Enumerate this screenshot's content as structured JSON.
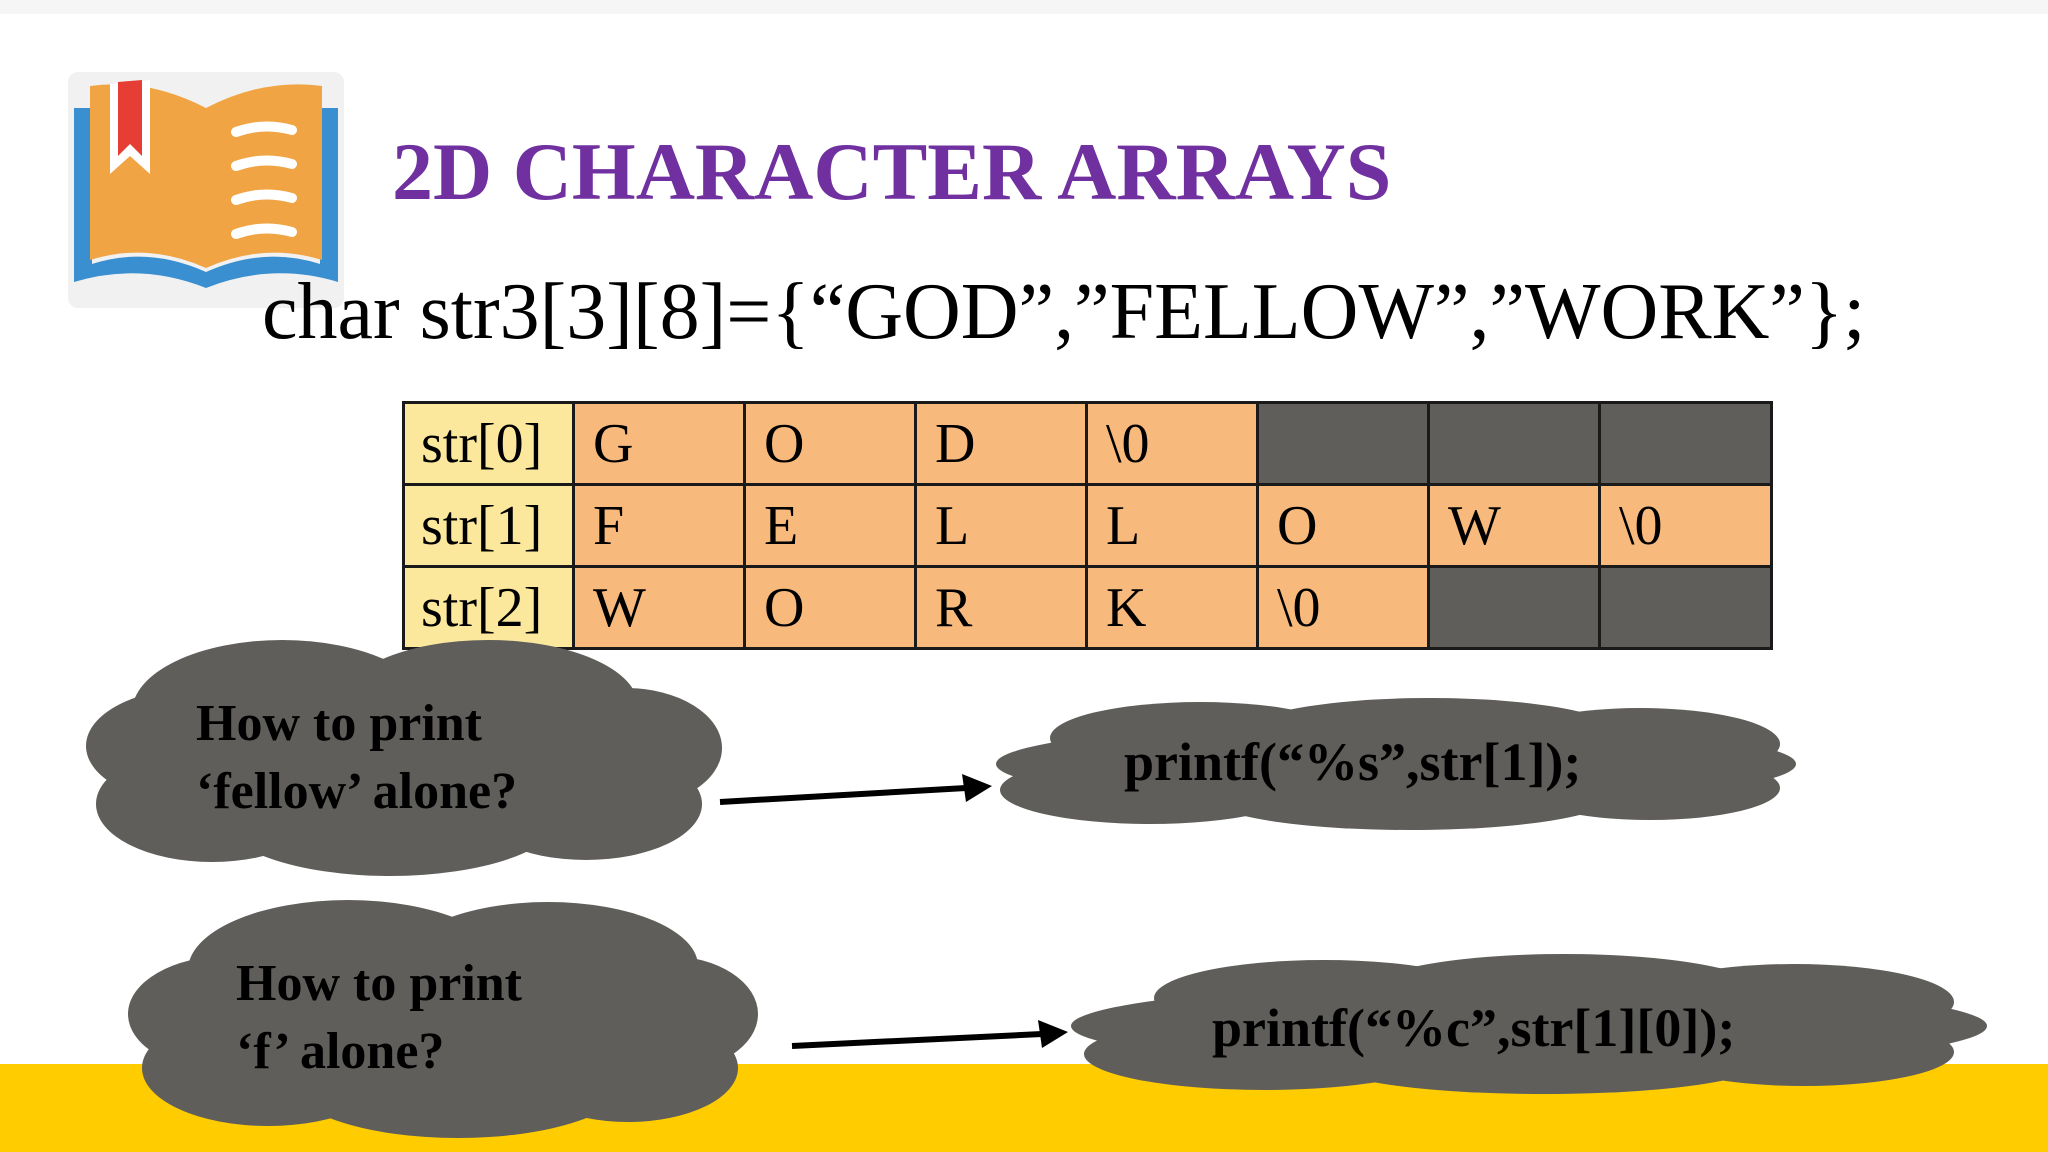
{
  "slide": {
    "title": "2D CHARACTER ARRAYS",
    "declaration": "char str3[3][8]={“GOD”,”FELLOW”,”WORK”};",
    "icon": "open-book-bookmark-icon"
  },
  "array_table": {
    "rows": [
      {
        "label": "str[0]",
        "cells": [
          "G",
          "O",
          "D",
          "\\0",
          "",
          "",
          ""
        ]
      },
      {
        "label": "str[1]",
        "cells": [
          "F",
          "E",
          "L",
          "L",
          "O",
          "W",
          "\\0"
        ]
      },
      {
        "label": "str[2]",
        "cells": [
          "W",
          "O",
          "R",
          "K",
          "\\0",
          "",
          ""
        ]
      }
    ]
  },
  "callouts": {
    "question_1": {
      "line1": "How to print",
      "line2": "‘fellow’ alone?"
    },
    "answer_1": "printf(“%s”,str[1]);",
    "question_2": {
      "line1": "How to print",
      "line2": "‘f’ alone?"
    },
    "answer_2": "printf(“%c”,str[1][0]);"
  },
  "colors": {
    "title": "#7030a0",
    "label_cell": "#fbe89c",
    "char_cell": "#f8b97d",
    "empty_cell": "#5f5e5b",
    "cloud": "#5f5e5b",
    "bottom_band": "#ffcc00"
  }
}
